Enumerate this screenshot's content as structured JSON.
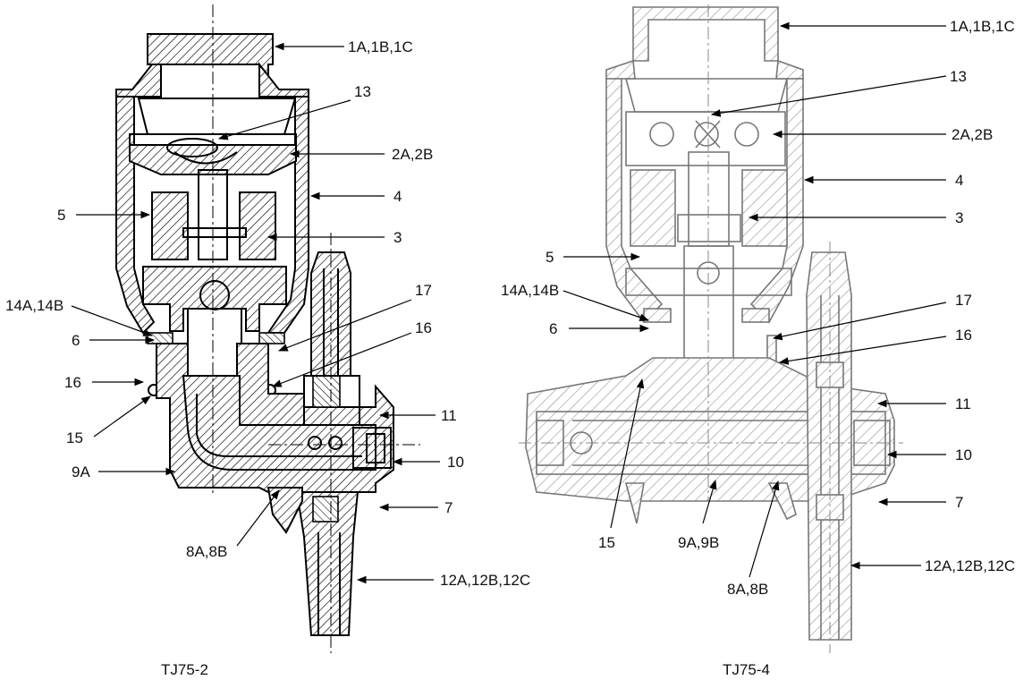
{
  "left_view": {
    "caption": "TJ75-2",
    "callouts": {
      "c1": "1A,1B,1C",
      "c13": "13",
      "c2": "2A,2B",
      "c4": "4",
      "c5": "5",
      "c3": "3",
      "c14": "14A,14B",
      "c17": "17",
      "c6": "6",
      "c16a": "16",
      "c16b": "16",
      "c11": "11",
      "c15": "15",
      "c10": "10",
      "c9": "9A",
      "c7": "7",
      "c8": "8A,8B",
      "c12": "12A,12B,12C"
    }
  },
  "right_view": {
    "caption": "TJ75-4",
    "callouts": {
      "c1": "1A,1B,1C",
      "c13": "13",
      "c2": "2A,2B",
      "c4": "4",
      "c3": "3",
      "c5": "5",
      "c14": "14A,14B",
      "c17": "17",
      "c6": "6",
      "c16": "16",
      "c11": "11",
      "c10": "10",
      "c7": "7",
      "c15": "15",
      "c9": "9A,9B",
      "c12": "12A,12B,12C",
      "c8": "8A,8B"
    }
  }
}
